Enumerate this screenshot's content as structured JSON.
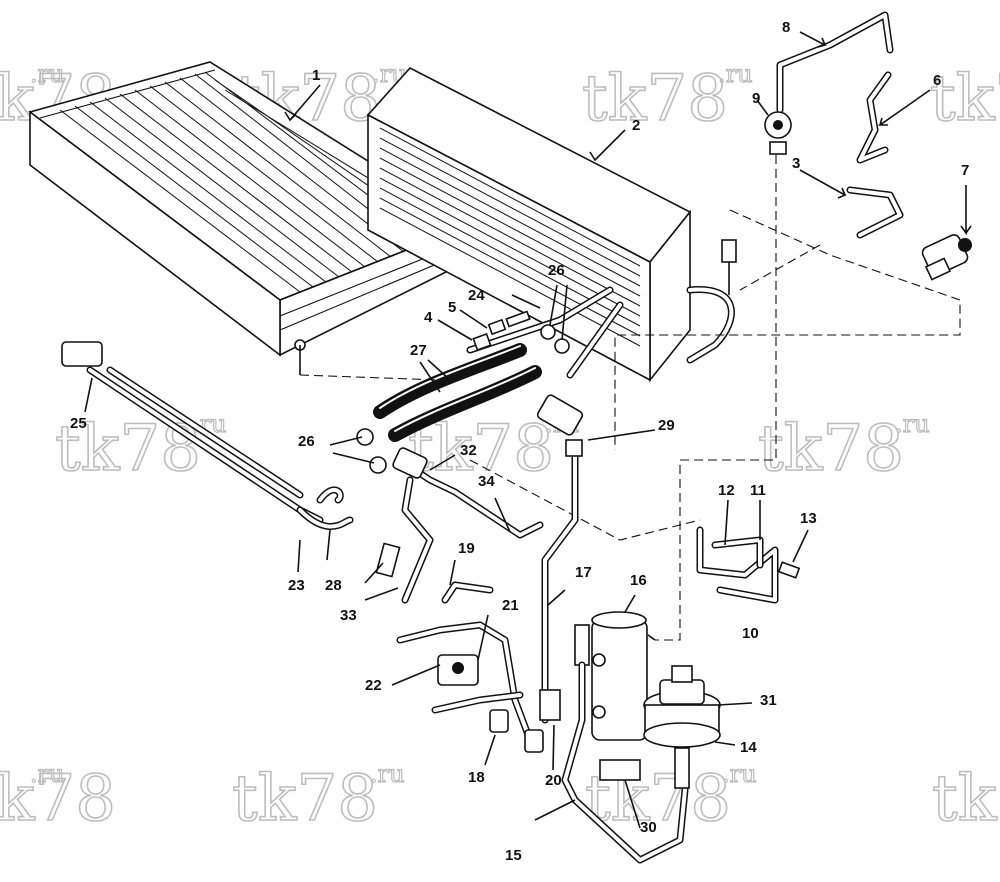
{
  "watermark": {
    "text": "tk78",
    "suffix": ".ru"
  },
  "callouts": [
    {
      "id": "c1",
      "text": "1"
    },
    {
      "id": "c2",
      "text": "2"
    },
    {
      "id": "c3",
      "text": "3"
    },
    {
      "id": "c4",
      "text": "4"
    },
    {
      "id": "c5",
      "text": "5"
    },
    {
      "id": "c6",
      "text": "6"
    },
    {
      "id": "c7",
      "text": "7"
    },
    {
      "id": "c8",
      "text": "8"
    },
    {
      "id": "c9",
      "text": "9"
    },
    {
      "id": "c10",
      "text": "10"
    },
    {
      "id": "c11",
      "text": "11"
    },
    {
      "id": "c12",
      "text": "12"
    },
    {
      "id": "c13",
      "text": "13"
    },
    {
      "id": "c14",
      "text": "14"
    },
    {
      "id": "c15",
      "text": "15"
    },
    {
      "id": "c16",
      "text": "16"
    },
    {
      "id": "c17",
      "text": "17"
    },
    {
      "id": "c18",
      "text": "18"
    },
    {
      "id": "c19",
      "text": "19"
    },
    {
      "id": "c20",
      "text": "20"
    },
    {
      "id": "c21",
      "text": "21"
    },
    {
      "id": "c22",
      "text": "22"
    },
    {
      "id": "c23",
      "text": "23"
    },
    {
      "id": "c24",
      "text": "24"
    },
    {
      "id": "c25",
      "text": "25"
    },
    {
      "id": "c26a",
      "text": "26"
    },
    {
      "id": "c26b",
      "text": "26"
    },
    {
      "id": "c27",
      "text": "27"
    },
    {
      "id": "c28",
      "text": "28"
    },
    {
      "id": "c29",
      "text": "29"
    },
    {
      "id": "c30",
      "text": "30"
    },
    {
      "id": "c31",
      "text": "31"
    },
    {
      "id": "c32",
      "text": "32"
    },
    {
      "id": "c33",
      "text": "33"
    },
    {
      "id": "c34",
      "text": "34"
    }
  ]
}
